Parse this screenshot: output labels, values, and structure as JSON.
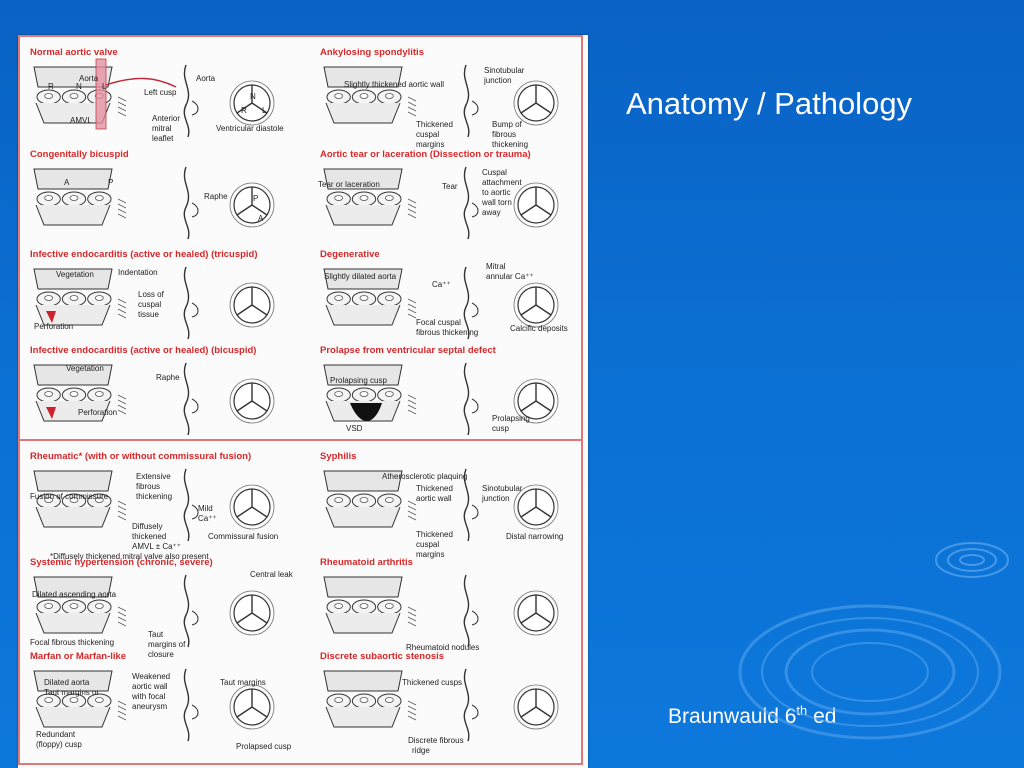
{
  "slide": {
    "title": "Anatomy / Pathology",
    "credit_main": "Braunwauld 6",
    "credit_sup": "th",
    "credit_tail": " ed",
    "background_color": "#0b6fd2",
    "heading_color": "#d8282a",
    "divider_color": "#e07878"
  },
  "panels": [
    {
      "key": "normal",
      "title": "Normal aortic valve",
      "labels": [
        "Aorta",
        "R",
        "N",
        "L",
        "AMVL",
        "Left cusp",
        "Anterior",
        "mitral",
        "leaflet",
        "Aorta",
        "N",
        "R",
        "L",
        "Ventricular diastole"
      ]
    },
    {
      "key": "ankylosing",
      "title": "Ankylosing spondylitis",
      "labels": [
        "Slightly thickened aortic wall",
        "Sinotubular",
        "junction",
        "Thickened",
        "cuspal",
        "margins",
        "Bump of",
        "fibrous",
        "thickening"
      ]
    },
    {
      "key": "bicuspid",
      "title": "Congenitally bicuspid",
      "labels": [
        "A",
        "P",
        "Raphe",
        "P",
        "A"
      ]
    },
    {
      "key": "tear",
      "title": "Aortic tear or laceration (Dissection or trauma)",
      "labels": [
        "Tear or laceration",
        "Tear",
        "Cuspal",
        "attachment",
        "to aortic",
        "wall torn",
        "away"
      ]
    },
    {
      "key": "ie_tri",
      "title": "Infective endocarditis (active or healed) (tricuspid)",
      "labels": [
        "Vegetation",
        "Indentation",
        "Loss of",
        "cuspal",
        "tissue",
        "Perforation"
      ]
    },
    {
      "key": "degenerative",
      "title": "Degenerative",
      "labels": [
        "Slightly dilated aorta",
        "Mitral",
        "annular Ca⁺⁺",
        "Ca⁺⁺",
        "Focal cuspal",
        "fibrous thickening",
        "Calcific deposits"
      ]
    },
    {
      "key": "ie_bi",
      "title": "Infective endocarditis (active or healed) (bicuspid)",
      "labels": [
        "Vegetation",
        "Raphe",
        "Perforation"
      ]
    },
    {
      "key": "prolapse",
      "title": "Prolapse from ventricular septal defect",
      "labels": [
        "Prolapsing cusp",
        "VSD",
        "Prolapsing",
        "cusp"
      ]
    },
    {
      "key": "rheumatic",
      "title": "Rheumatic* (with or without commissural fusion)",
      "labels": [
        "Extensive",
        "fibrous",
        "thickening",
        "Fusion of commissure",
        "Mild",
        "Ca⁺⁺",
        "Diffusely",
        "thickened",
        "AMVL ± Ca⁺⁺",
        "Commissural fusion",
        "*Diffusely thickened mitral valve also present"
      ]
    },
    {
      "key": "syphilis",
      "title": "Syphilis",
      "labels": [
        "Atherosclerotic plaquing",
        "Thickened",
        "aortic wall",
        "Sinotubular",
        "junction",
        "Thickened",
        "cuspal",
        "margins",
        "Distal narrowing"
      ]
    },
    {
      "key": "hypertension",
      "title": "Systemic hypertension (chronic, severe)",
      "labels": [
        "Central leak",
        "Dilated ascending aorta",
        "Taut",
        "margins of",
        "closure",
        "Focal fibrous thickening"
      ]
    },
    {
      "key": "rheumatoid",
      "title": "Rheumatoid arthritis",
      "labels": [
        "Rheumatoid nodules"
      ]
    },
    {
      "key": "marfan",
      "title": "Marfan or Marfan-like",
      "labels": [
        "Dilated aorta",
        "Taut margins or",
        "Weakened",
        "aortic wall",
        "with focal",
        "aneurysm",
        "Taut margins",
        "Redundant",
        "(floppy) cusp",
        "Prolapsed cusp"
      ]
    },
    {
      "key": "subaortic",
      "title": "Discrete subaortic stenosis",
      "labels": [
        "Thickened cusps",
        "Discrete fibrous",
        "ridge"
      ]
    }
  ]
}
